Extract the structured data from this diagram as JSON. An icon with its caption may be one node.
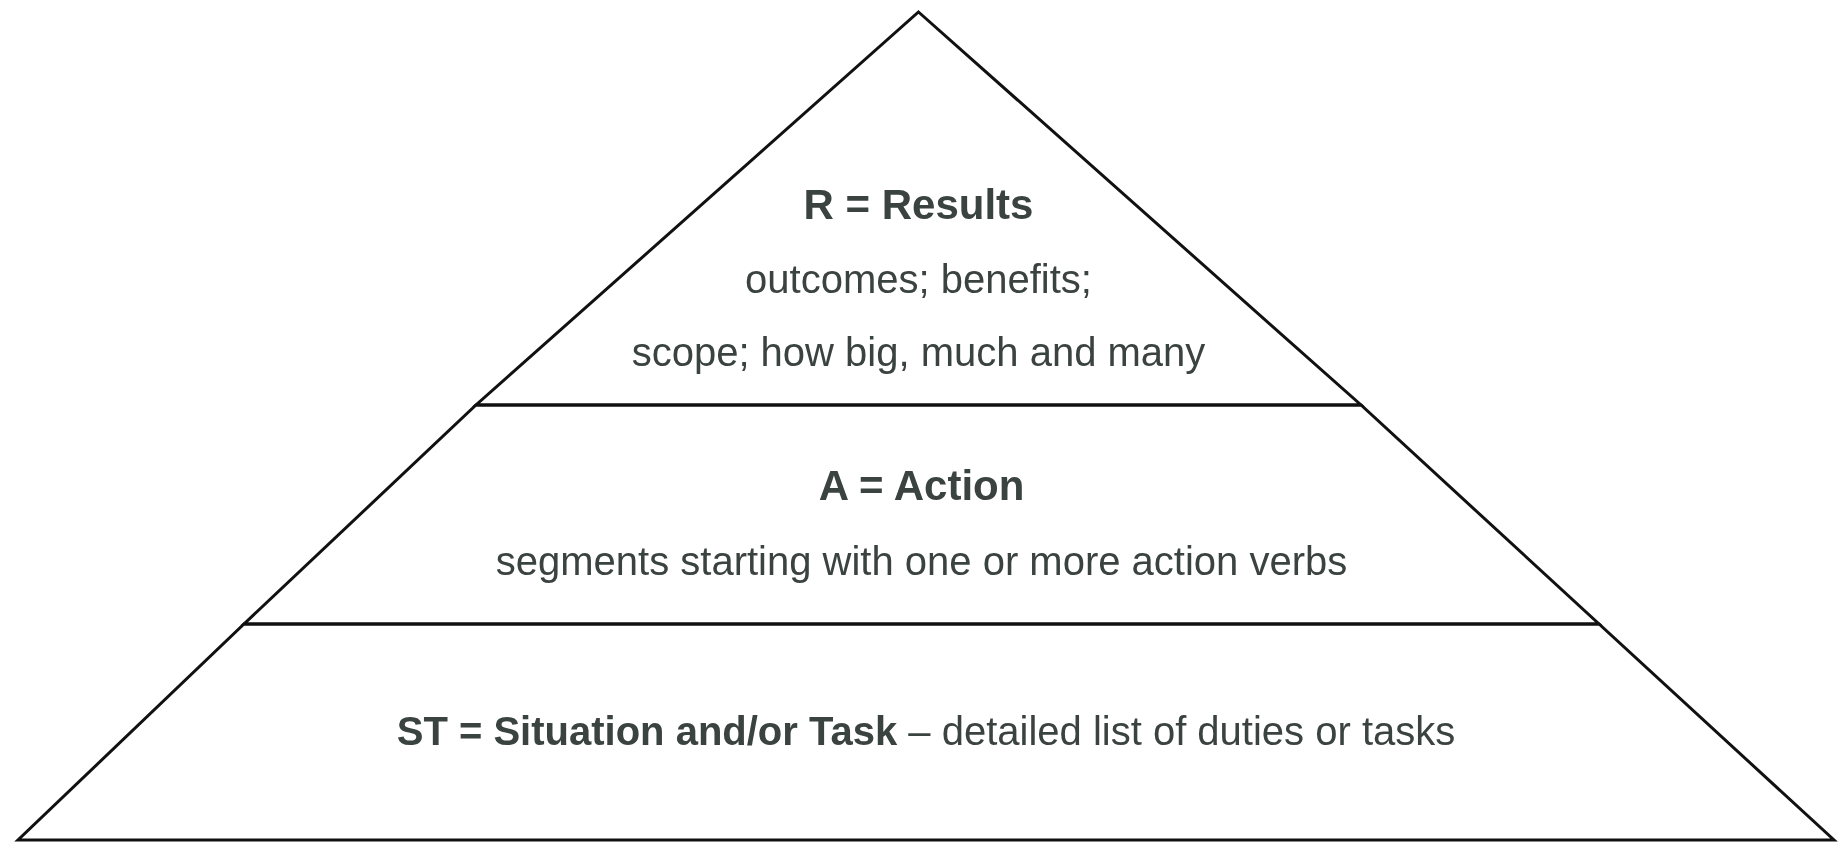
{
  "diagram": {
    "nodes": [
      {
        "text": [
          "R = Results",
          "outcomes; benefits; scope; how big, much and many"
        ]
      },
      {
        "text": [
          "A = Action",
          "segments starting with one or more action verbs"
        ]
      },
      {
        "text": [
          "**ST = Situation and/or Task** – detailed list of duties or tasks"
        ]
      }
    ]
  }
}
